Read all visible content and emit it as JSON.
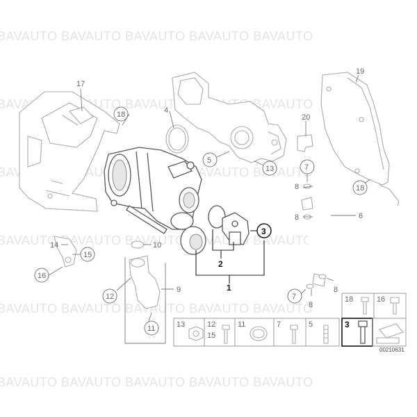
{
  "watermark": "BAVAUTO BAVAUTO BAVAUTO BAVAUTO BAVAUTO",
  "diagram_code": "00210631",
  "labels": {
    "p1": "1",
    "p2": "2",
    "p3": "3",
    "p4": "4",
    "p5": "5",
    "p6": "6",
    "p7a": "7",
    "p7b": "7",
    "p8a": "8",
    "p8b": "8",
    "p8c": "8",
    "p8d": "8",
    "p9": "9",
    "p10": "10",
    "p11": "11",
    "p12": "12",
    "p13": "13",
    "p14": "14",
    "p15": "15",
    "p16": "16",
    "p17": "17",
    "p18a": "18",
    "p18b": "18",
    "p19": "19",
    "p20": "20"
  },
  "legend": {
    "row1": {
      "a": "18",
      "b": "16"
    },
    "row2": {
      "a": "13",
      "b": "12",
      "b2": "15",
      "c": "11",
      "d": "7",
      "e": "5",
      "f": "3"
    }
  }
}
